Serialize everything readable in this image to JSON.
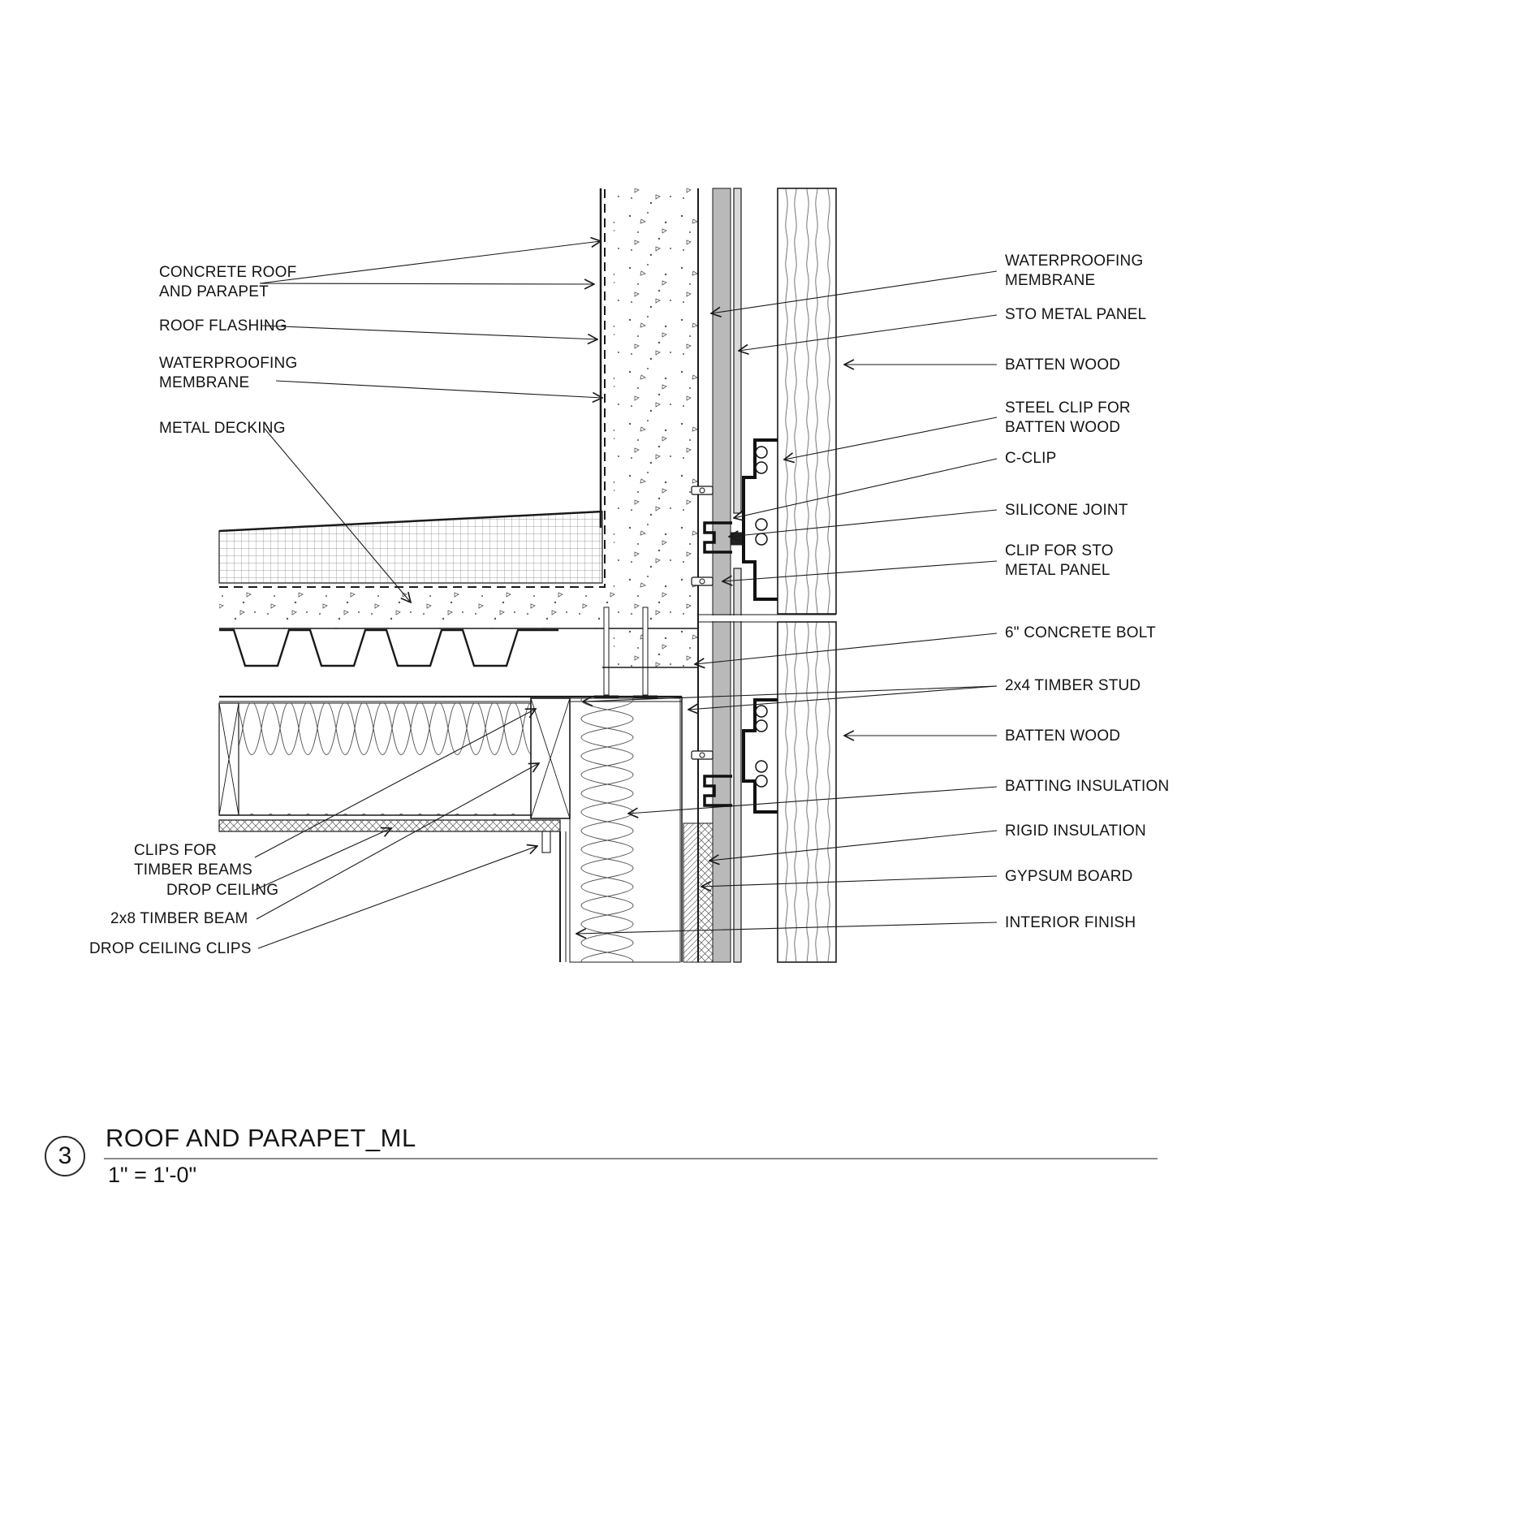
{
  "titleblock": {
    "detail_number": "3",
    "title": "ROOF AND PARAPET_ML",
    "scale": "1\" = 1'-0\""
  },
  "labels": {
    "left": [
      {
        "id": "concrete-roof-and-parapet",
        "text": "CONCRETE ROOF\nAND PARAPET"
      },
      {
        "id": "roof-flashing",
        "text": "ROOF FLASHING"
      },
      {
        "id": "waterproofing-membrane",
        "text": "WATERPROOFING\nMEMBRANE"
      },
      {
        "id": "metal-decking",
        "text": "METAL DECKING"
      },
      {
        "id": "clips-for-timber-beams",
        "text": "CLIPS FOR\nTIMBER BEAMS"
      },
      {
        "id": "drop-ceiling",
        "text": "DROP CEILING"
      },
      {
        "id": "2x8-timber-beam",
        "text": "2x8 TIMBER BEAM"
      },
      {
        "id": "drop-ceiling-clips",
        "text": "DROP CEILING CLIPS"
      }
    ],
    "right": [
      {
        "id": "waterproofing-membrane",
        "text": "WATERPROOFING\nMEMBRANE"
      },
      {
        "id": "sto-metal-panel",
        "text": "STO METAL PANEL"
      },
      {
        "id": "batten-wood-upper",
        "text": "BATTEN WOOD"
      },
      {
        "id": "steel-clip-for-batten-wood",
        "text": "STEEL CLIP FOR\nBATTEN WOOD"
      },
      {
        "id": "c-clip",
        "text": "C-CLIP"
      },
      {
        "id": "silicone-joint",
        "text": "SILICONE JOINT"
      },
      {
        "id": "clip-for-sto-metal-panel",
        "text": "CLIP FOR STO\nMETAL PANEL"
      },
      {
        "id": "6in-concrete-bolt",
        "text": "6\" CONCRETE BOLT"
      },
      {
        "id": "2x4-timber-stud",
        "text": "2x4 TIMBER STUD"
      },
      {
        "id": "batten-wood-lower",
        "text": "BATTEN WOOD"
      },
      {
        "id": "batting-insulation",
        "text": "BATTING INSULATION"
      },
      {
        "id": "rigid-insulation",
        "text": "RIGID INSULATION"
      },
      {
        "id": "gypsum-board",
        "text": "GYPSUM BOARD"
      },
      {
        "id": "interior-finish",
        "text": "INTERIOR FINISH"
      }
    ]
  },
  "colors": {
    "line": "#1a1a1a",
    "membrane_fill": "#b9b9b9",
    "panel_fill": "#d9d9d9",
    "background": "#ffffff"
  }
}
